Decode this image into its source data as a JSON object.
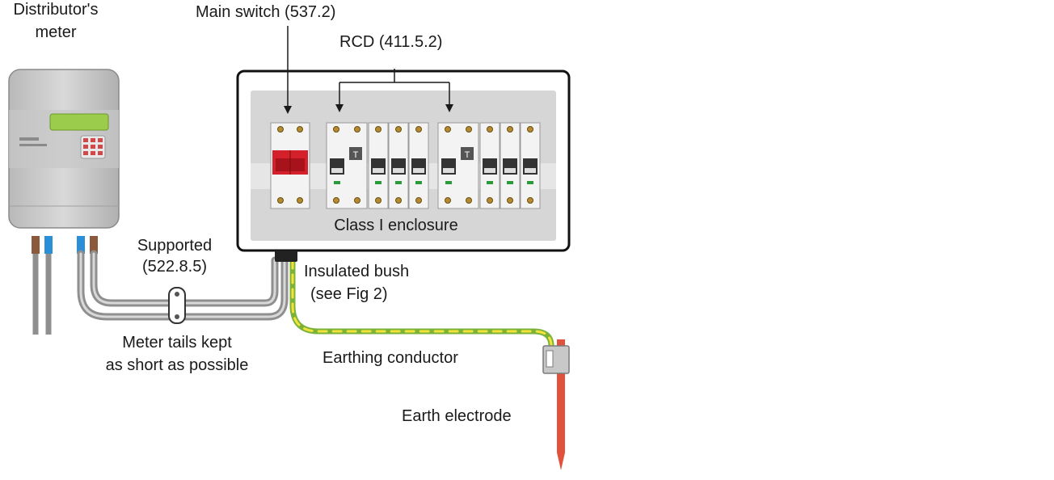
{
  "labels": {
    "meter_line1": "Distributor's",
    "meter_line2": "meter",
    "main_switch": "Main switch (537.2)",
    "rcd": "RCD (411.5.2)",
    "enclosure": "Class I enclosure",
    "supported_line1": "Supported",
    "supported_line2": "(522.8.5)",
    "bush_line1": "Insulated bush",
    "bush_line2": "(see Fig 2)",
    "tails_line1": "Meter tails kept",
    "tails_line2": "as short as possible",
    "earthing": "Earthing conductor",
    "electrode": "Earth electrode",
    "test_button": "T"
  },
  "icons": {
    "main_switch": "main-switch-icon",
    "rcd": "rcd-icon",
    "mcb": "mcb-icon",
    "meter": "electricity-meter-icon",
    "clamp": "cable-clamp-icon",
    "electrode": "earth-electrode-icon"
  },
  "colors": {
    "enclosure_border": "#111111",
    "backplate": "#d6d6d6",
    "main_switch_red": "#d4202a",
    "earth_green": "#7bb33a",
    "earth_yellow": "#f2e23a",
    "electrode_red": "#e0523c",
    "cable_grey": "#9a9a9a",
    "phase_brown": "#8b5a3c",
    "neutral_blue": "#2a8fd6"
  }
}
